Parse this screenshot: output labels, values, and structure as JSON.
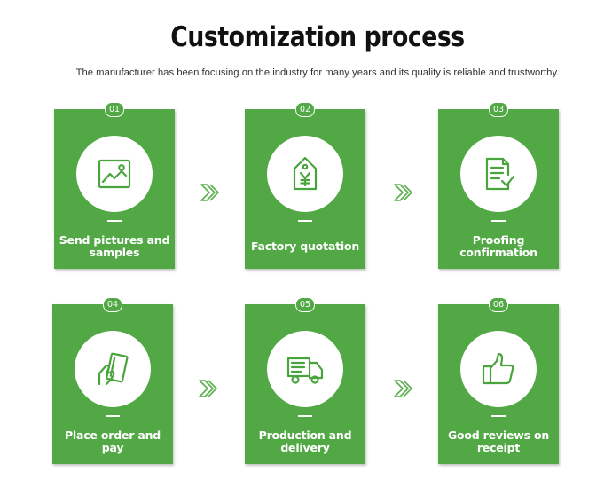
{
  "header": {
    "title": "Customization process",
    "subtitle": "The manufacturer has been focusing on the industry for many years and its quality is reliable and trustworthy."
  },
  "colors": {
    "card_green": "#51a845",
    "icon_green": "#4aa43e",
    "arrow_green": "#5cb04f"
  },
  "steps": [
    {
      "number": "01",
      "label": "Send pictures and\nsamples",
      "icon": "picture-icon"
    },
    {
      "number": "02",
      "label": "Factory quotation",
      "icon": "price-tag-icon"
    },
    {
      "number": "03",
      "label": "Proofing confirmation",
      "icon": "document-check-icon"
    },
    {
      "number": "04",
      "label": "Place order and pay",
      "icon": "card-payment-icon"
    },
    {
      "number": "05",
      "label": "Production and\ndelivery",
      "icon": "delivery-truck-icon"
    },
    {
      "number": "06",
      "label": "Good reviews on\nreceipt",
      "icon": "thumbs-up-icon"
    }
  ]
}
